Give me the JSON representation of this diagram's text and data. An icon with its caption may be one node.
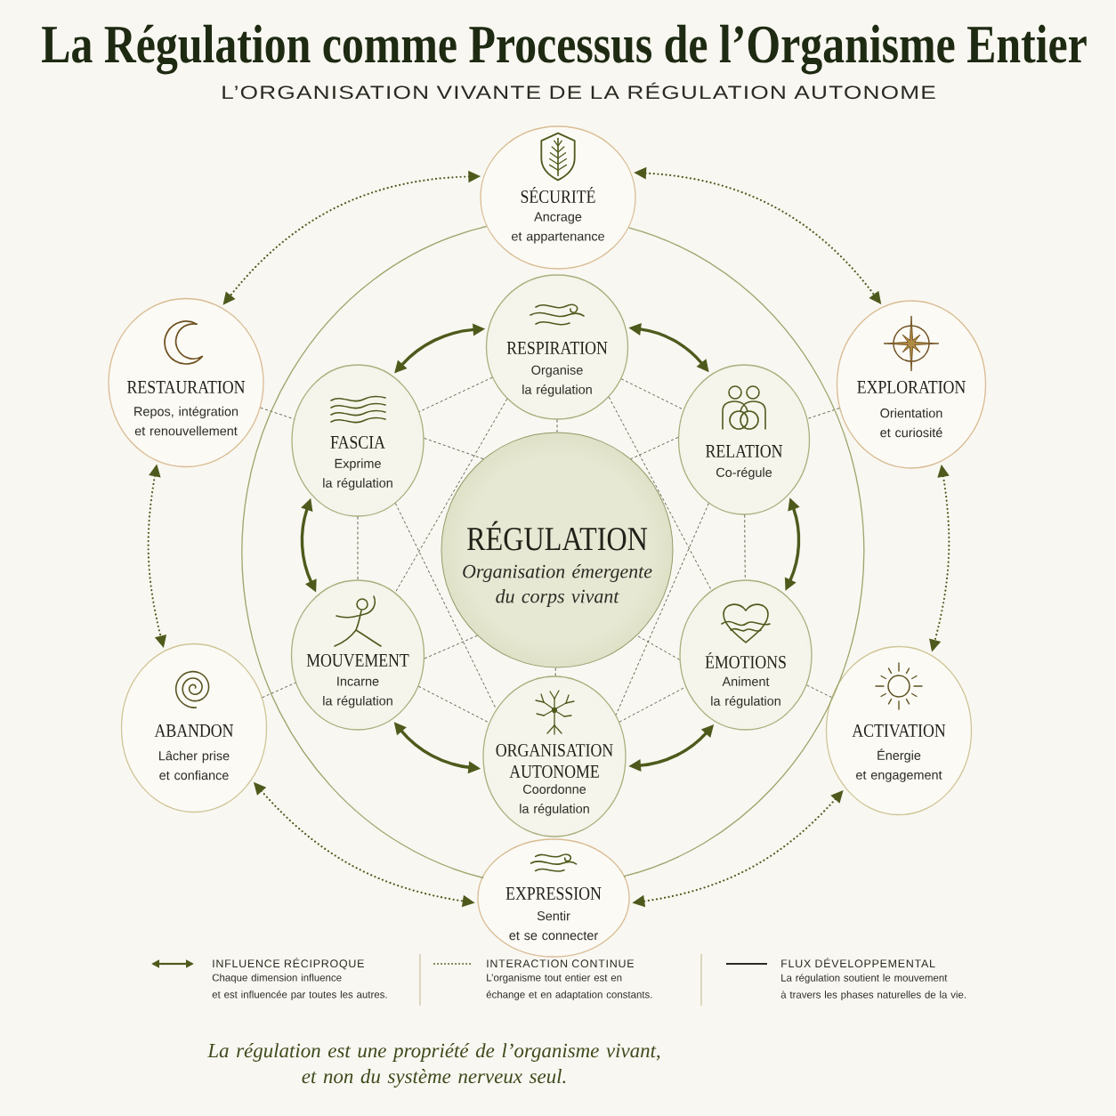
{
  "diagram": {
    "title": "La Régulation comme Processus de l’Organisme Entier",
    "caption": "La régulation est une propriété de l’organisme vivant, et non du système nerveux seul.",
    "nodes": [
      {
        "text": [
          "SÉCURITÉ",
          "Ancrage et appartenance"
        ]
      },
      {
        "text": [
          "RESTAURATION",
          "Repos, intégration et renouvellement"
        ]
      },
      {
        "text": [
          "EXPLORATION",
          "Orientation et curiosité"
        ]
      },
      {
        "text": [
          "RESPIRATION",
          "Organise la régulation"
        ]
      },
      {
        "text": [
          "FASCIA",
          "Exprime la régulation"
        ]
      },
      {
        "text": [
          "RELATION",
          "Co-régule"
        ]
      },
      {
        "text": [
          "RÉGULATION",
          "Organisation émergente du corps vivant"
        ]
      },
      {
        "text": [
          "MOUVEMENT",
          "Incarne la régulation"
        ]
      },
      {
        "text": [
          "ÉMOTIONS",
          "Animent la régulation"
        ]
      },
      {
        "text": [
          "ORGANISATION AUTONOME",
          "Coordonne la régulation"
        ]
      },
      {
        "text": [
          "ABANDON",
          "Lâcher prise et confiance"
        ]
      },
      {
        "text": [
          "ACTIVATION",
          "Énergie et engagement"
        ]
      },
      {
        "text": [
          "EXPRESSION",
          "Sentir et se connecter"
        ]
      }
    ],
    "edges": [
      {
        "from": 3,
        "to": 4,
        "arrow": "both",
        "style": "thick"
      },
      {
        "from": 3,
        "to": 5,
        "arrow": "both",
        "style": "thick"
      },
      {
        "from": 4,
        "to": 7,
        "arrow": "both",
        "style": "thick"
      },
      {
        "from": 5,
        "to": 8,
        "arrow": "both",
        "style": "thick"
      },
      {
        "from": 7,
        "to": 9,
        "arrow": "both",
        "style": "thick"
      },
      {
        "from": 9,
        "to": 8,
        "arrow": "both",
        "style": "thick"
      },
      {
        "from": 0,
        "to": 1,
        "arrow": "both",
        "style": "dashed"
      },
      {
        "from": 0,
        "to": 2,
        "arrow": "both",
        "style": "dashed"
      },
      {
        "from": 1,
        "to": 10,
        "arrow": "both",
        "style": "dashed"
      },
      {
        "from": 2,
        "to": 11,
        "arrow": "both",
        "style": "dashed"
      },
      {
        "from": 10,
        "to": 12,
        "arrow": "both",
        "style": "dashed"
      },
      {
        "from": 11,
        "to": 12,
        "arrow": "both",
        "style": "dashed"
      },
      {
        "from": 3,
        "to": 4,
        "arrow": "none",
        "style": "dashed"
      },
      {
        "from": 3,
        "to": 5,
        "arrow": "none",
        "style": "dashed"
      },
      {
        "from": 4,
        "to": 7,
        "arrow": "none",
        "style": "dashed"
      },
      {
        "from": 5,
        "to": 8,
        "arrow": "none",
        "style": "dashed"
      },
      {
        "from": 7,
        "to": 9,
        "arrow": "none",
        "style": "dashed"
      },
      {
        "from": 9,
        "to": 8,
        "arrow": "none",
        "style": "dashed"
      },
      {
        "from": 4,
        "to": 6,
        "arrow": "none",
        "style": "dashed"
      },
      {
        "from": 5,
        "to": 6,
        "arrow": "none",
        "style": "dashed"
      },
      {
        "from": 7,
        "to": 6,
        "arrow": "none",
        "style": "dashed"
      },
      {
        "from": 8,
        "to": 6,
        "arrow": "none",
        "style": "dashed"
      },
      {
        "from": 3,
        "to": 7,
        "arrow": "none",
        "style": "dashed"
      },
      {
        "from": 3,
        "to": 8,
        "arrow": "none",
        "style": "dashed"
      },
      {
        "from": 4,
        "to": 9,
        "arrow": "none",
        "style": "dashed"
      },
      {
        "from": 5,
        "to": 9,
        "arrow": "none",
        "style": "dashed"
      },
      {
        "from": 1,
        "to": 4,
        "arrow": "none",
        "style": "dashed"
      },
      {
        "from": 2,
        "to": 5,
        "arrow": "none",
        "style": "dashed"
      },
      {
        "from": 10,
        "to": 7,
        "arrow": "none",
        "style": "dashed"
      },
      {
        "from": 11,
        "to": 8,
        "arrow": "none",
        "style": "dashed"
      },
      {
        "from": 3,
        "to": 6,
        "arrow": "none",
        "style": "dashed"
      },
      {
        "from": 9,
        "to": 6,
        "arrow": "none",
        "style": "dashed"
      },
      {
        "from": 0,
        "to": 12,
        "arrow": "none",
        "color": "#9ca56c"
      },
      {
        "from": 0,
        "to": 12,
        "arrow": "none",
        "color": "#9ca56c"
      }
    ],
    "labels": [
      "L’ORGANISATION VIVANTE DE LA RÉGULATION AUTONOME",
      "Chaque dimension influence et est influencée par toutes les autres.",
      "L’organisme tout entier est en échange et en adaptation constants.",
      "La régulation soutient le mouvement à travers les phases naturelles de la vie."
    ],
    "legend": [
      {
        "text": "INFLUENCE RÉCIPROQUE"
      },
      {
        "text": "INTERACTION CONTINUE"
      },
      {
        "text": "FLUX DÉVELOPPEMENTAL"
      }
    ]
  }
}
